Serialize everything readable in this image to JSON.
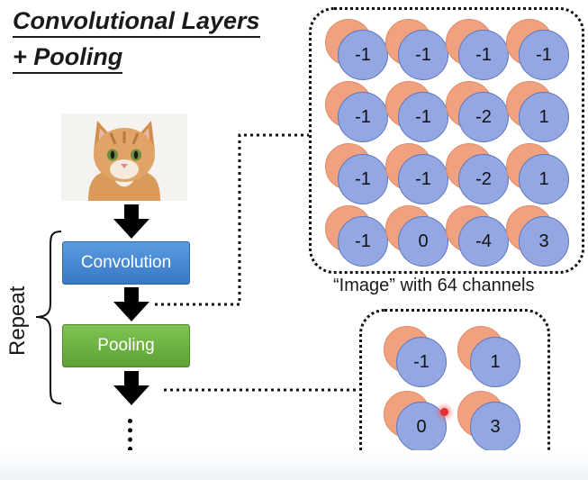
{
  "title": {
    "line1": "Convolutional Layers",
    "line2": "+ Pooling"
  },
  "flow": {
    "convolution_label": "Convolution",
    "pooling_label": "Pooling",
    "repeat_label": "Repeat"
  },
  "feature_map": {
    "caption": "“Image” with 64 channels",
    "rows": [
      [
        "-1",
        "-1",
        "-1",
        "-1"
      ],
      [
        "-1",
        "-1",
        "-2",
        "1"
      ],
      [
        "-1",
        "-1",
        "-2",
        "1"
      ],
      [
        "-1",
        "0",
        "-4",
        "3"
      ]
    ]
  },
  "pooled_map": {
    "rows": [
      [
        "-1",
        "1"
      ],
      [
        "0",
        "3"
      ]
    ]
  },
  "colors": {
    "convolution": "#4a8ad6",
    "pooling": "#6cb443",
    "channel_front": "#93a7e2",
    "channel_back": "#f0a17f"
  }
}
